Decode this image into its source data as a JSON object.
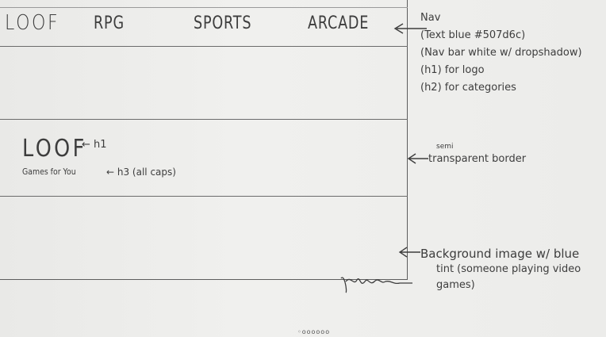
{
  "nav": {
    "logo": "LOOF",
    "categories": [
      "RPG",
      "SPORTS",
      "ARCADE"
    ]
  },
  "hero": {
    "logo": "LOOF",
    "logo_note": "← h1",
    "tagline": "Games for You",
    "tagline_note": "← h3 (all caps)"
  },
  "annotations": {
    "nav": [
      "Nav",
      "(Text blue #507d6c)",
      "(Nav bar white w/ dropshadow)",
      "(h1) for logo",
      "(h2) for categories"
    ],
    "border_small": "semi",
    "border": "transparent border",
    "background": [
      "Background image w/ blue",
      "tint (someone playing video",
      "games)"
    ]
  },
  "footer_scribble": "◦oooooo",
  "colors": {
    "ink": "#3d3d3d",
    "paper": "#ebebe9",
    "nav_text_spec": "#507d6c"
  }
}
